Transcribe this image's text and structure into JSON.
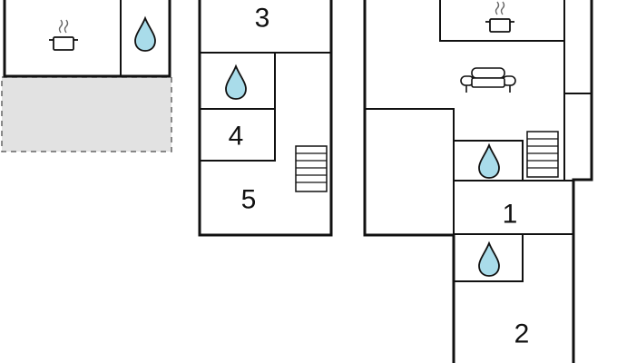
{
  "rooms": [
    {
      "label": "1"
    },
    {
      "label": "2"
    },
    {
      "label": "3"
    },
    {
      "label": "4"
    },
    {
      "label": "5"
    }
  ],
  "icons": {
    "kitchen": "cooking-pot-icon",
    "bathroom": "water-drop-icon",
    "living": "armchair-icon",
    "stairs": "staircase-icon"
  },
  "colors": {
    "wall": "#111111",
    "water_drop": "#a9dcea",
    "terrace_fill": "#e2e2e2"
  }
}
